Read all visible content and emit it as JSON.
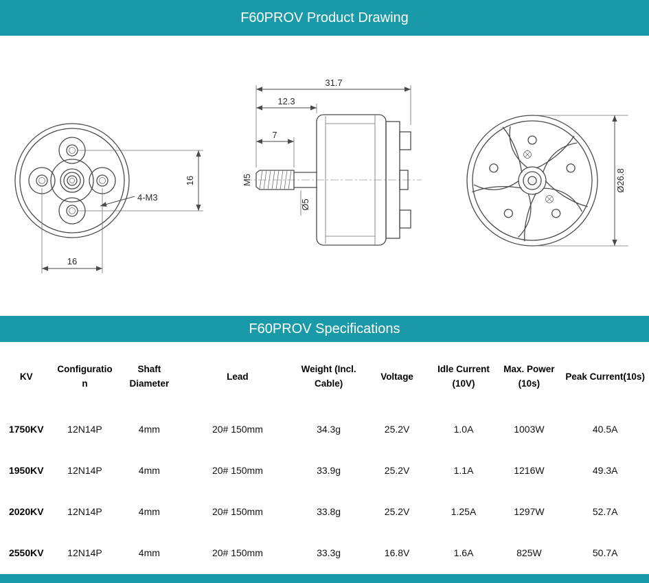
{
  "theme": {
    "accent": "#1a9aa9",
    "drawing_line_color": "#4a4a4a",
    "dim_text_color": "#2b2b2b"
  },
  "banners": {
    "drawing_title": "F60PROV Product Drawing",
    "specs_title": "F60PROV Specifications"
  },
  "drawing": {
    "front_view": {
      "mount_holes_label": "4-M3",
      "hole_spacing_horizontal": "16",
      "hole_spacing_vertical": "16"
    },
    "side_view": {
      "overall_length": "31.7",
      "body_length": "12.3",
      "shaft_thread_length": "7",
      "thread_spec": "M5",
      "shaft_diameter": "Ø5"
    },
    "rear_view": {
      "outer_diameter": "Ø26.8"
    }
  },
  "specs_table": {
    "columns": [
      "KV",
      "Configuration",
      "Shaft Diameter",
      "Lead",
      "Weight (Incl. Cable)",
      "Voltage",
      "Idle Current (10V)",
      "Max. Power (10s)",
      "Peak Current(10s)"
    ],
    "rows": [
      [
        "1750KV",
        "12N14P",
        "4mm",
        "20# 150mm",
        "34.3g",
        "25.2V",
        "1.0A",
        "1003W",
        "40.5A"
      ],
      [
        "1950KV",
        "12N14P",
        "4mm",
        "20# 150mm",
        "33.9g",
        "25.2V",
        "1.1A",
        "1216W",
        "49.3A"
      ],
      [
        "2020KV",
        "12N14P",
        "4mm",
        "20# 150mm",
        "33.8g",
        "25.2V",
        "1.25A",
        "1297W",
        "52.7A"
      ],
      [
        "2550KV",
        "12N14P",
        "4mm",
        "20# 150mm",
        "33.3g",
        "16.8V",
        "1.6A",
        "825W",
        "50.7A"
      ]
    ]
  }
}
